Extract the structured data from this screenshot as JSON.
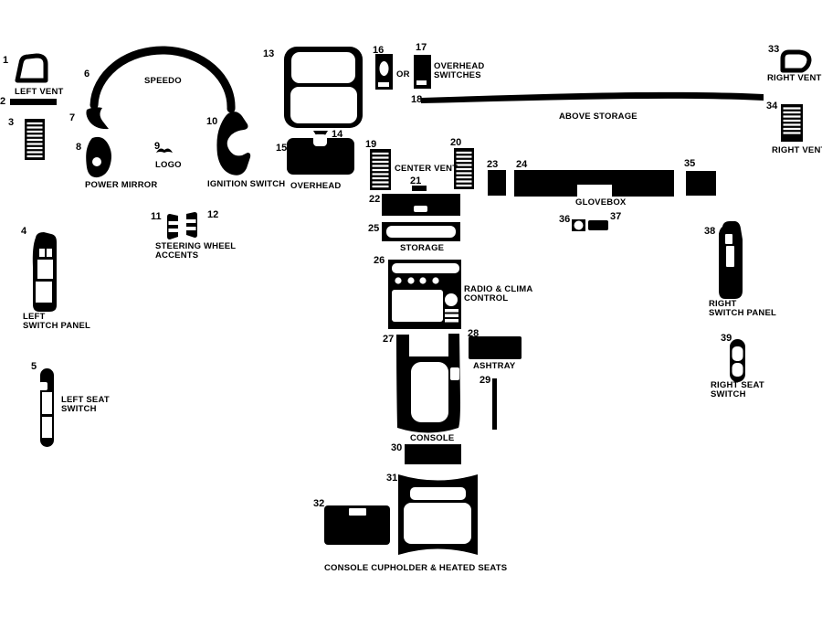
{
  "colors": {
    "ink": "#000000",
    "background": "#ffffff"
  },
  "part_numbers": [
    "1",
    "2",
    "3",
    "4",
    "5",
    "6",
    "7",
    "8",
    "9",
    "10",
    "11",
    "12",
    "13",
    "14",
    "15",
    "16",
    "17",
    "18",
    "19",
    "20",
    "21",
    "22",
    "23",
    "24",
    "25",
    "26",
    "27",
    "28",
    "29",
    "30",
    "31",
    "32",
    "33",
    "34",
    "35",
    "36",
    "37",
    "38",
    "39"
  ],
  "labels": {
    "left_vent": "LEFT VENT",
    "power_mirror": "POWER MIRROR",
    "speedo": "SPEEDO",
    "logo": "LOGO",
    "ignition_switch": "IGNITION SWITCH",
    "steering_wheel_accents_line1": "STEERING WHEEL",
    "steering_wheel_accents_line2": "ACCENTS",
    "left_switch_panel_line1": "LEFT",
    "left_switch_panel_line2": "SWITCH PANEL",
    "left_seat_switch_line1": "LEFT SEAT",
    "left_seat_switch_line2": "SWITCH",
    "overhead": "OVERHEAD",
    "or_word": "OR",
    "overhead_switches_line1": "OVERHEAD",
    "overhead_switches_line2": "SWITCHES",
    "above_storage": "ABOVE STORAGE",
    "center_vent": "CENTER VENT",
    "storage": "STORAGE",
    "glovebox": "GLOVEBOX",
    "radio_clima_line1": "RADIO &  CLIMA",
    "radio_clima_line2": "CONTROL",
    "ashtray": "ASHTRAY",
    "console": "CONSOLE",
    "right_vent_upper": "RIGHT VENT",
    "right_vent_lower": "RIGHT VENT",
    "right_switch_panel_line1": "RIGHT",
    "right_switch_panel_line2": "SWITCH PANEL",
    "right_seat_switch_line1": "RIGHT SEAT",
    "right_seat_switch_line2": "SWITCH",
    "console_cupholder_heated_seats": "CONSOLE CUPHOLDER & HEATED SEATS"
  }
}
